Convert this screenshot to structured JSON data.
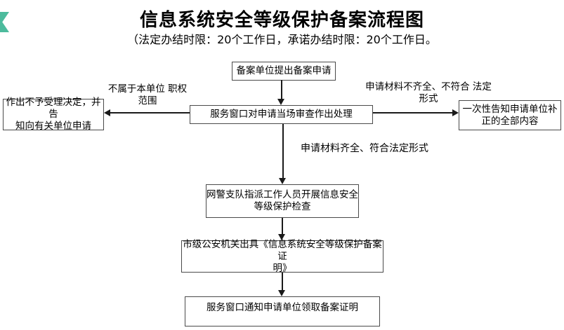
{
  "page": {
    "title": "信息系统安全等级保护备案流程图",
    "subtitle": "（法定办结时限：20个工作日，承诺办结时限：20个工作日。",
    "accent_color": "#4dbb9d",
    "line_color": "#1a1a1a",
    "box_border_color": "#4a4a4a"
  },
  "flowchart": {
    "nodes": {
      "apply": {
        "text": "备案单位提出备案申请"
      },
      "review": {
        "text": "服务窗口对申请当场审查作出处理"
      },
      "reject": {
        "lines": [
          "作出不予受理决定，并告",
          "知向有关单位申请"
        ]
      },
      "notify": {
        "lines": [
          "一次性告知申请单位补",
          "正的全部内容"
        ]
      },
      "inspect": {
        "lines": [
          "网警支队指派工作人员开展信息安全",
          "等级保护检查"
        ]
      },
      "certificate": {
        "lines": [
          "市级公安机关出具《信息系统安全等级保护备案证",
          "明》"
        ]
      },
      "pickup": {
        "text": "服务窗口通知申请单位领取备案证明"
      }
    },
    "edge_labels": {
      "not_in_scope": {
        "lines": [
          "不属于本单位",
          "职权范围"
        ]
      },
      "incomplete": {
        "lines": [
          "申请材料不齐全、不符合",
          "法定形式"
        ]
      },
      "complete": {
        "text": "申请材料齐全、符合法定形式"
      }
    }
  }
}
